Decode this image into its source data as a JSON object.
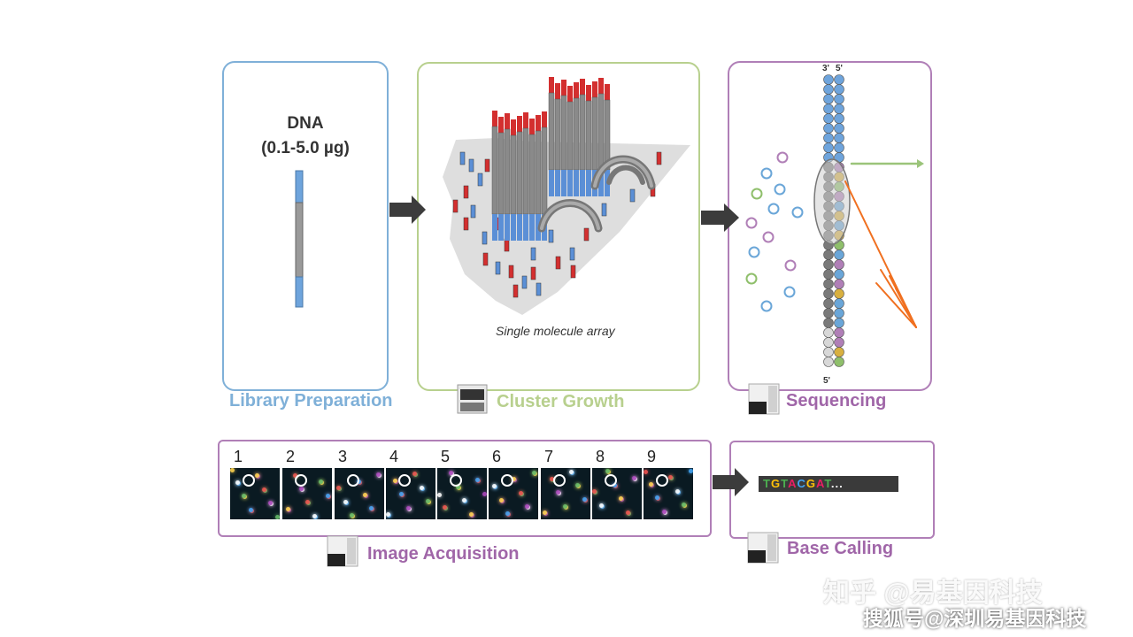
{
  "dna": {
    "title_line1": "DNA",
    "title_line2": "(0.1-5.0 µg)"
  },
  "cluster": {
    "caption": "Single molecule array"
  },
  "sequencing": {
    "strand3": "3'",
    "strand5top": "5'",
    "strand5bottom": "5'"
  },
  "stages": {
    "library": "Library Preparation",
    "cluster": "Cluster Growth",
    "sequencing": "Sequencing",
    "image": "Image Acquisition",
    "base": "Base Calling"
  },
  "frames": [
    "1",
    "2",
    "3",
    "4",
    "5",
    "6",
    "7",
    "8",
    "9"
  ],
  "base_calling": {
    "bases": [
      {
        "b": "T",
        "c": "#4caf50"
      },
      {
        "b": "G",
        "c": "#ffc107"
      },
      {
        "b": "T",
        "c": "#4caf50"
      },
      {
        "b": "A",
        "c": "#e91e63"
      },
      {
        "b": "C",
        "c": "#42a5f5"
      },
      {
        "b": "G",
        "c": "#ffc107"
      },
      {
        "b": "A",
        "c": "#e91e63"
      },
      {
        "b": "T",
        "c": "#4caf50"
      },
      {
        "b": "...",
        "c": "#ffffff"
      }
    ]
  },
  "watermark": {
    "line1": "知乎 @易基因科技",
    "line2": "搜狐号@深圳易基因科技"
  },
  "colors": {
    "library": "#7fb0d8",
    "cluster": "#b8d08e",
    "purple": "#a066a8",
    "red": "#d32f2f",
    "blue": "#5b8fd6",
    "gray": "#8a8a8a"
  }
}
